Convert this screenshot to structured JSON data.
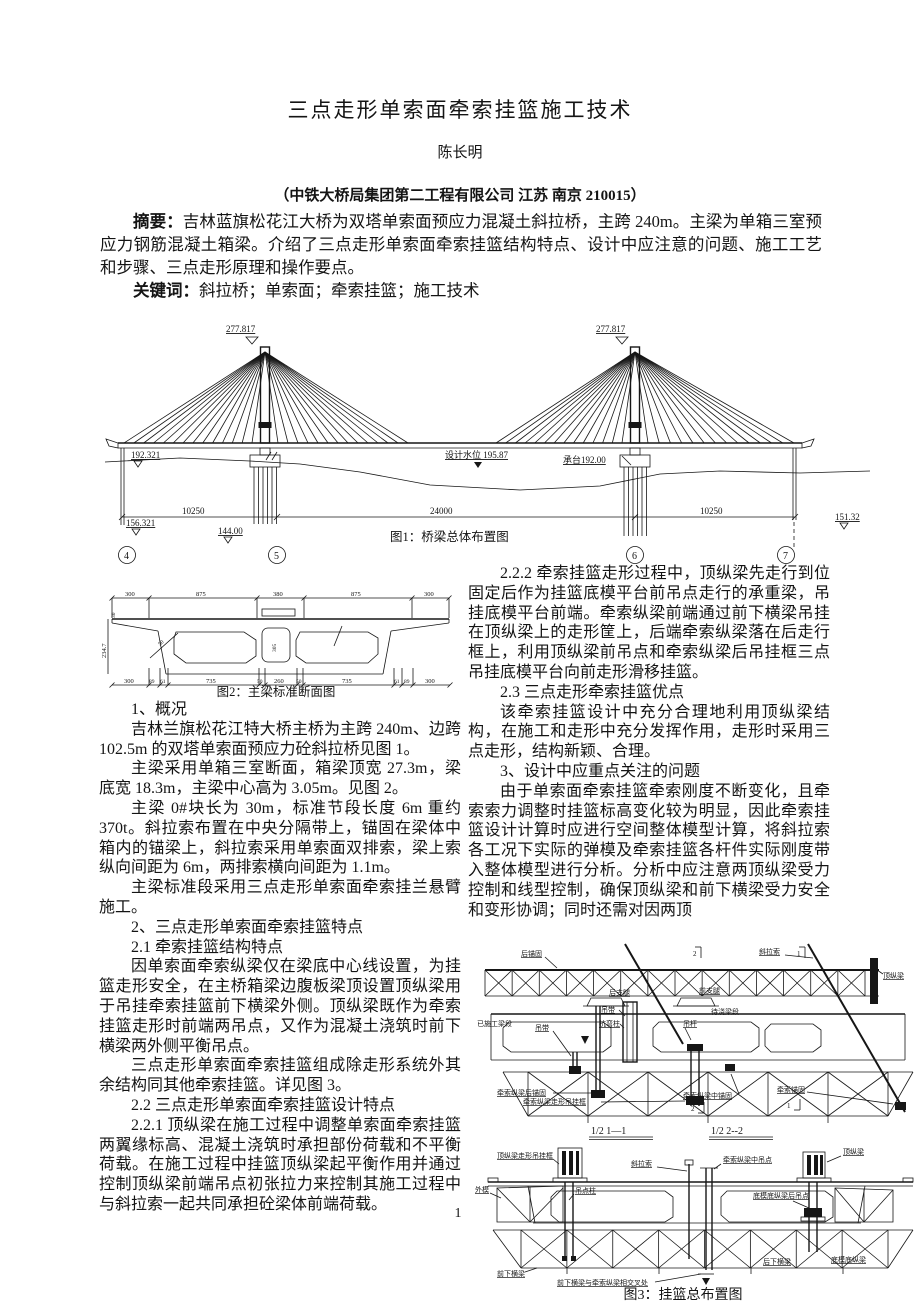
{
  "header": {
    "title": "三点走形单索面牵索挂篮施工技术",
    "author": "陈长明",
    "affiliation": "（中铁大桥局集团第二工程有限公司 江苏 南京 210015）",
    "abstract_label": "摘要：",
    "abstract_text": "吉林蓝旗松花江大桥为双塔单索面预应力混凝土斜拉桥，主跨 240m。主梁为单箱三室预应力钢筋混凝土箱梁。介绍了三点走形单索面牵索挂篮结构特点、设计中应注意的问题、施工工艺和步骤、三点走形原理和操作要点。",
    "keywords_label": "关键词：",
    "keywords_text": "斜拉桥；单索面；牵索挂篮；施工技术"
  },
  "fig1": {
    "caption": "图1：桥梁总体布置图",
    "tower_elev_left": "277.817",
    "tower_elev_right": "277.817",
    "elev_left": "192.321",
    "water": "设计水位 195.87",
    "pile_cap": "承台192.00",
    "span_left": "10250",
    "span_main": "24000",
    "span_right": "10250",
    "elev_left_low": "156.321",
    "elev_found": "144.00",
    "elev_right_low": "151.32",
    "piers": [
      "4",
      "5",
      "6",
      "7"
    ]
  },
  "fig2": {
    "caption": "图2：主梁标准断面图",
    "dims_top": [
      "300",
      "875",
      "380",
      "875",
      "300"
    ],
    "dims_bottom": [
      "300",
      "89",
      "61",
      "735",
      "50",
      "260",
      "50",
      "735",
      "61",
      "89",
      "300"
    ],
    "dim_left": "234.7",
    "dim_left_top": "30",
    "dim_web": "50",
    "dim_mid": "305"
  },
  "left_col": {
    "items": [
      "1、概况",
      "吉林兰旗松花江特大桥主桥为主跨 240m、边跨 102.5m 的双塔单索面预应力砼斜拉桥见图 1。",
      "主梁采用单箱三室断面，箱梁顶宽 27.3m，梁底宽 18.3m，主梁中心高为 3.05m。见图 2。",
      "主梁 0#块长为 30m，标准节段长度 6m 重约 370t。斜拉索布置在中央分隔带上，锚固在梁体中箱内的锚梁上，斜拉索采用单索面双排索，梁上索纵向间距为 6m，两排索横向间距为 1.1m。",
      "主梁标准段采用三点走形单索面牵索挂兰悬臂施工。",
      "2、三点走形单索面牵索挂篮特点",
      "2.1 牵索挂篮结构特点",
      "因单索面牵索纵梁仅在梁底中心线设置，为挂篮走形安全，在主桥箱梁边腹板梁顶设置顶纵梁用于吊挂牵索挂篮前下横梁外侧。顶纵梁既作为牵索挂篮走形时前端两吊点，又作为混凝土浇筑时前下横梁两外侧平衡吊点。",
      "三点走形单索面牵索挂篮组成除走形系统外其余结构同其他牵索挂篮。详见图 3。",
      "2.2 三点走形单索面牵索挂篮设计特点",
      "2.2.1 顶纵梁在施工过程中调整单索面牵索挂篮两翼缘标高、混凝土浇筑时承担部份荷载和不平衡荷载。在施工过程中挂篮顶纵梁起平衡作用并通过控制顶纵梁前端吊点初张拉力来控制其施工过程中与斜拉索一起共同承担砼梁体前端荷载。"
    ]
  },
  "right_col": {
    "items": [
      "2.2.2 牵索挂篮走形过程中，顶纵梁先走行到位固定后作为挂篮底模平台前吊点走行的承重梁，吊挂底模平台前端。牵索纵梁前端通过前下横梁吊挂在顶纵梁上的走形筐上，后端牵索纵梁落在后走行框上，利用顶纵梁前吊点和牵索纵梁后吊挂框三点吊挂底模平台向前走形滑移挂篮。",
      "2.3 三点走形牵索挂篮优点",
      "该牵索挂篮设计中充分合理地利用顶纵梁结构，在施工和走形中充分发挥作用，走形时采用三点走形，结构新颖、合理。",
      "3、设计中应重点关注的问题",
      "由于单索面牵索挂篮牵索刚度不断变化，且牵索索力调整时挂篮标高变化较为明显，因此牵索挂篮设计计算时应进行空间整体模型计算，将斜拉索各工况下实际的弹模及牵索挂篮各杆件实际刚度带入整体模型进行分析。分析中应注意两顶纵梁受力控制和线型控制，确保顶纵梁和前下横梁受力安全和变形协调；同时还需对因两顶"
    ]
  },
  "fig3a": {
    "rear_anchor": "后锚固",
    "stay_cable": "斜拉索",
    "top_beam": "顶纵梁",
    "rear_leg": "后支腿",
    "front_leg": "前支腿",
    "sling1": "吊带",
    "bend_col": "抗弯柱",
    "built_seg": "已施工梁段",
    "cast_seg": "待浇梁段",
    "sling2": "吊带",
    "rod": "吊杆",
    "rear_anchor2": "牵索纵梁后锚固",
    "walk_frame": "牵索纵梁走形吊挂框",
    "mid_anchor": "牵索纵梁中锚固",
    "cable_anchor": "牵索锚固",
    "mark1": "1",
    "mark2": "2",
    "sec1": "1/2  1—1",
    "sec2": "1/2  2--2"
  },
  "fig3b": {
    "caption": "图3：挂篮总布置图",
    "walk_frame": "顶纵梁走形吊挂框",
    "stay_cable": "斜拉索",
    "mid_point": "牵索纵梁中吊点",
    "top_beam": "顶纵梁",
    "outer_form": "外模",
    "hang_col": "吊点柱",
    "rear_point": "底模底纵梁后吊点",
    "front_beam": "前下横梁",
    "cross_note": "前下横梁与牵索纵梁相交叉处",
    "rear_beam": "后下横梁",
    "bottom_beam": "底模底纵梁"
  },
  "page": {
    "number": "1"
  }
}
